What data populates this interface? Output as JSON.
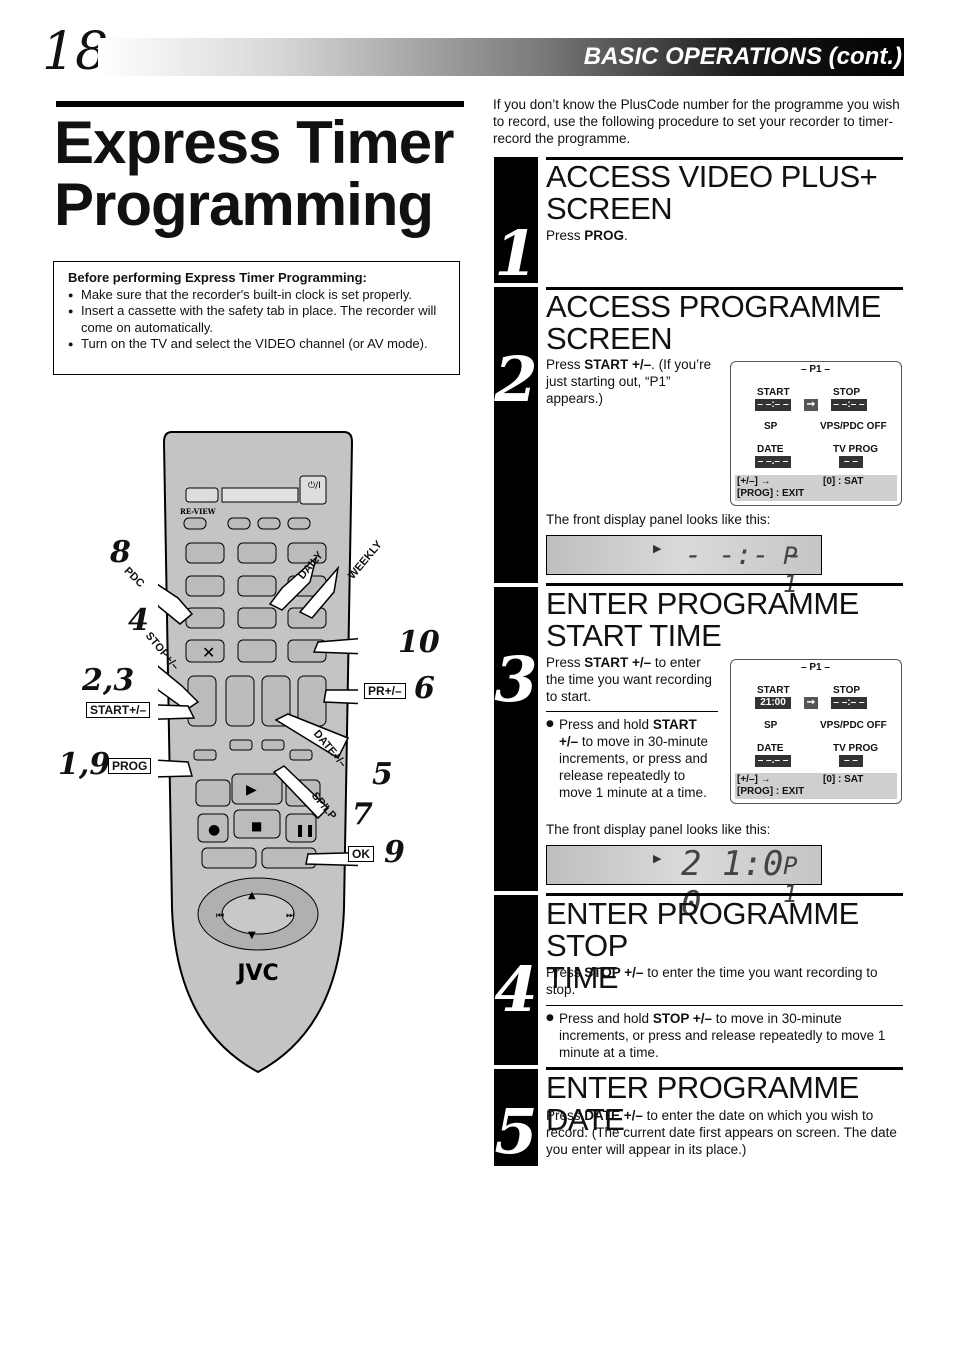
{
  "header": {
    "page_number": "18",
    "section": "BASIC OPERATIONS (cont.)"
  },
  "title": {
    "line1": "Express Timer",
    "line2": "Programming"
  },
  "prereq": {
    "title": "Before performing Express Timer Programming:",
    "items": [
      "Make sure that the recorder's built-in clock is set properly.",
      "Insert a cassette with the safety tab in place. The recorder will come on automatically.",
      "Turn on the TV and select the VIDEO channel (or AV mode)."
    ]
  },
  "intro": "If you don’t know the PlusCode number for the programme you wish to record, use the following procedure to set your recorder to timer-record the programme.",
  "steps": [
    {
      "num": "1",
      "head_l1": "ACCESS VIDEO PLUS+",
      "head_l2": "SCREEN",
      "text_pre": "Press ",
      "text_bold": "PROG",
      "text_post": "."
    },
    {
      "num": "2",
      "head_l1": "ACCESS PROGRAMME",
      "head_l2": "SCREEN",
      "text_pre": "Press ",
      "text_bold": "START +/–",
      "text_post": ". (If you’re just starting out, “P1” appears.)",
      "panel_caption": "The front display panel looks like this:"
    },
    {
      "num": "3",
      "head_l1": "ENTER PROGRAMME",
      "head_l2": "START TIME",
      "text_pre": "Press ",
      "text_bold": "START +/–",
      "text_post": " to enter the time you want recording to start.",
      "bullet_pre": "Press and hold ",
      "bullet_bold": "START +/–",
      "bullet_post": " to move in 30-minute increments, or press and release repeatedly to move 1 minute at a time.",
      "panel_caption": "The front display panel looks like this:"
    },
    {
      "num": "4",
      "head_l1": "ENTER PROGRAMME STOP",
      "head_l2": "TIME",
      "text_pre": "Press ",
      "text_bold": "STOP +/–",
      "text_post": " to enter the time you want recording to stop.",
      "bullet_pre": "Press and hold ",
      "bullet_bold": "STOP +/–",
      "bullet_post": " to move in 30-minute increments, or press and release repeatedly to move 1 minute at a time."
    },
    {
      "num": "5",
      "head_l1": "ENTER PROGRAMME DATE",
      "text_pre": "Press ",
      "text_bold": "DATE +/–",
      "text_post": "  to enter the date on which you wish to record. (The current date first appears on screen. The date you enter will appear in its place.)"
    }
  ],
  "osd1": {
    "prog": "– P1 –",
    "start": "START",
    "start_val": "– –:– –",
    "stop": "STOP",
    "stop_val": "– –:– –",
    "sp": "SP",
    "vps": "VPS/PDC OFF",
    "date": "DATE",
    "date_val": "– –.– –",
    "tvprog": "TV PROG",
    "tvprog_val": "– –",
    "foot1": "[+/–]  →",
    "foot1b": "[0] : SAT",
    "foot2": "[PROG] : EXIT"
  },
  "osd2": {
    "prog": "– P1 –",
    "start": "START",
    "start_val": "21:00",
    "stop": "STOP",
    "stop_val": "– –:– –",
    "sp": "SP",
    "vps": "VPS/PDC OFF",
    "date": "DATE",
    "date_val": "– –.– –",
    "tvprog": "TV PROG",
    "tvprog_val": "– –",
    "foot1": "[+/–]  →",
    "foot1b": "[0] : SAT",
    "foot2": "[PROG] : EXIT"
  },
  "panel1": {
    "time": "- -:- -",
    "prog": "P 1"
  },
  "panel2": {
    "time": "2 1:0 0",
    "prog": "P 1"
  },
  "remote": {
    "brand": "JVC",
    "review": "RE-VIEW",
    "callouts": {
      "c8": "8",
      "c4": "4",
      "c23": "2,3",
      "c19": "1,9",
      "c10": "10",
      "c6": "6",
      "c5": "5",
      "c7": "7",
      "c9": "9"
    },
    "tags": {
      "start": "START+/–",
      "prog": "PROG",
      "pr": "PR+/–",
      "ok": "OK"
    },
    "diag": {
      "pdc": "PDC",
      "daily": "DAILY",
      "weekly": "WEEKLY",
      "stop": "STOP+/–",
      "date": "DATE+/–",
      "splp": "SP/LP"
    }
  }
}
